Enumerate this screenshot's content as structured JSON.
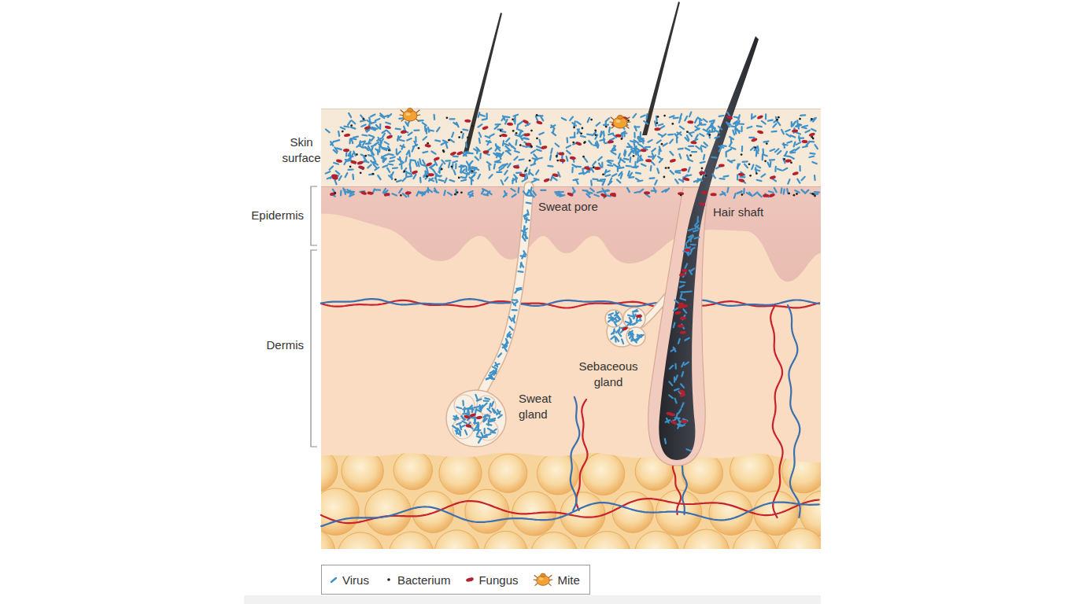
{
  "diagram": {
    "labels": [
      "Skin surface",
      "Epidermis",
      "Dermis",
      "Sweat pore",
      "Hair shaft",
      "Sebaceous gland",
      "Sweat gland"
    ],
    "legend": [
      {
        "text": "Virus"
      },
      {
        "text": "Bacterium"
      },
      {
        "text": "Fungus"
      },
      {
        "text": "Mite"
      }
    ]
  }
}
